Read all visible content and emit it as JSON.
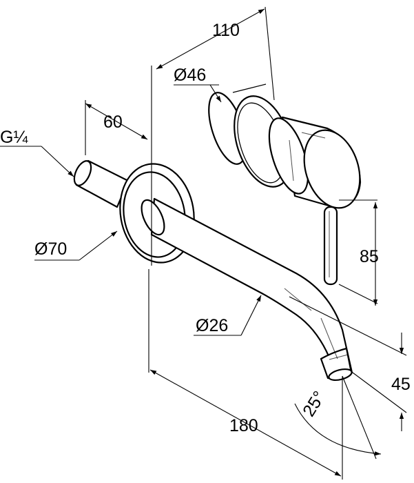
{
  "drawing": {
    "dimensions": {
      "length_110": "110",
      "diameter_46": "Ø46",
      "length_60": "60",
      "thread": "G¼",
      "diameter_70": "Ø70",
      "height_85": "85",
      "diameter_26": "Ø26",
      "height_45": "45",
      "angle_25": "25°",
      "length_180": "180"
    }
  }
}
